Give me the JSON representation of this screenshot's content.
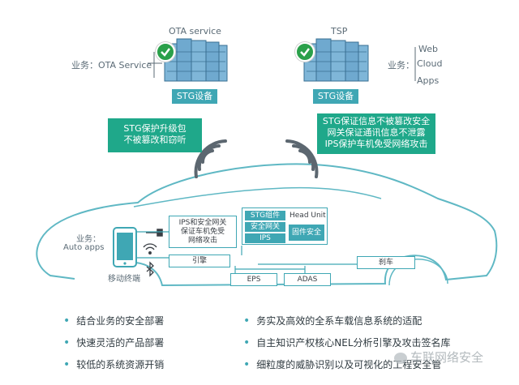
{
  "servers": {
    "ota": {
      "title": "OTA service",
      "service_label": "业务：OTA Service",
      "bar_label": "STG设备"
    },
    "tsp": {
      "title": "TSP",
      "service_prefix": "业务：",
      "apps": [
        "Web",
        "Cloud",
        "Apps"
      ],
      "bar_label": "STG设备"
    }
  },
  "callouts": {
    "left": [
      "STG保护升级包",
      "不被篡改和窃听"
    ],
    "right": [
      "STG保证信息不被篡改安全",
      "网关保证通讯信息不泄露",
      "IPS保护车机免受网络攻击"
    ]
  },
  "phone": {
    "service_label": "业务：",
    "apps_label": "Auto apps",
    "caption": "移动终端"
  },
  "ecu": {
    "ips_box": [
      "IPS和安全网关",
      "保证车机免受",
      "网络攻击"
    ],
    "stg_component": "STG组件",
    "security_gateway": "安全网关",
    "ips": "IPS",
    "head_unit": "Head Unit",
    "firmware_security": "固件安全",
    "engine": "引擎",
    "brake": "刹车",
    "eps": "EPS",
    "adas": "ADAS"
  },
  "features": {
    "left": [
      "结合业务的安全部署",
      "快速灵活的产品部署",
      "较低的系统资源开销"
    ],
    "right": [
      "务实及高效的全系车载信息系统的适配",
      "自主知识产权核心NEL分析引擎及攻击签名库",
      "细粒度的威胁识别以及可视化的工程安全管"
    ]
  },
  "watermark": "车联网络安全",
  "colors": {
    "teal": "#3fa7b4",
    "green": "#1fa88a",
    "check": "#2aa04a"
  }
}
